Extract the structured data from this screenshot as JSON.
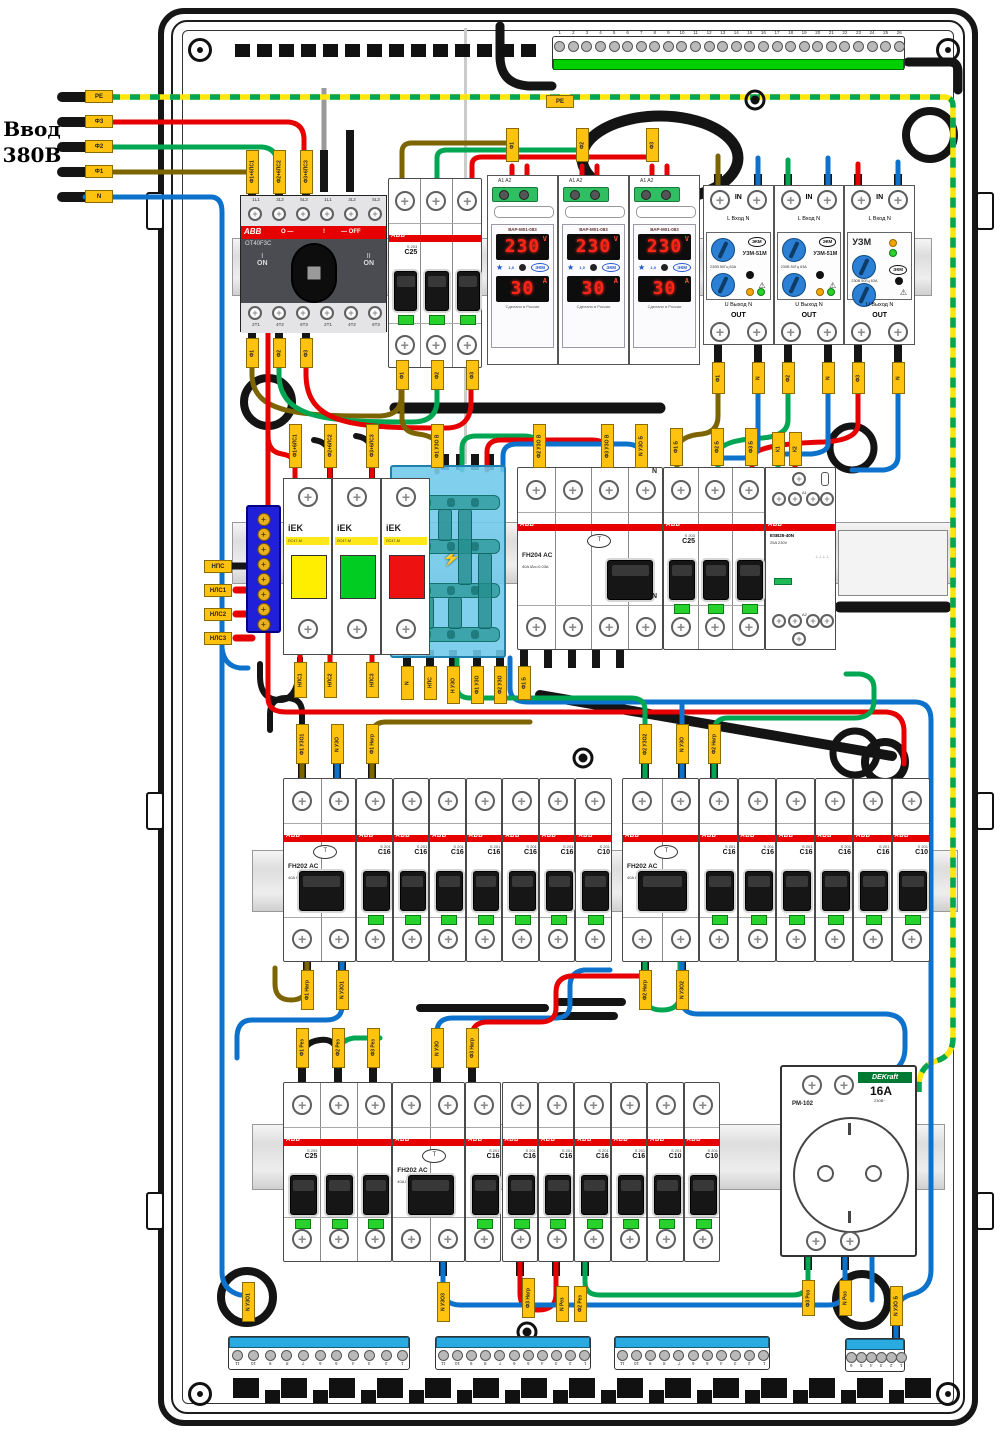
{
  "side_label": {
    "line1": "Ввод",
    "line2": "380В"
  },
  "pe_bus_top": {
    "count": 26
  },
  "n_buses": [
    {
      "count": 11
    },
    {
      "count": 11
    },
    {
      "count": 11
    },
    {
      "count": 6
    }
  ],
  "main_switch": {
    "brand": "ABB",
    "model": "OT40F3C",
    "band": [
      "O —",
      "!",
      "— OFF"
    ],
    "pos1": "I",
    "pos1_state": "ON",
    "pos2": "II",
    "pos2_state": "ON",
    "top_terminals": [
      "1L1",
      "3L2",
      "5L3",
      "1L1",
      "3L2",
      "5L3"
    ],
    "bottom_terminals": [
      "2T1",
      "4T2",
      "6T3",
      "2T1",
      "4T2",
      "6T3"
    ]
  },
  "meter": {
    "model": "ВАР-М01-083",
    "terminals": "A1      A2",
    "voltage": "230",
    "voltage_unit": "V",
    "current": "30",
    "current_unit": "A",
    "star": "★",
    "class": "1,0",
    "logo": "ЭКМ",
    "footer": "Сделано в России",
    "count": 3
  },
  "uzm": {
    "in_label": "IN",
    "in_terminals": "L  Вход  N",
    "out_terminals": "U  Выход  N",
    "out_label": "OUT",
    "logo": "ЭКМ",
    "spec": "230В 50Гц 63А",
    "warn": "⚠",
    "units": [
      {
        "model": "УЗМ-51М"
      },
      {
        "model": "УЗМ-51М"
      },
      {
        "model": "УЗМ"
      }
    ]
  },
  "signal_lamps": {
    "brand": "iEK",
    "model": "ЛС47-М",
    "colors": [
      "#ffee00",
      "#00cc22",
      "#ee1111"
    ]
  },
  "contactor": {
    "brand": "ABB",
    "model": "ESB25-40N",
    "spec": "25A 230V",
    "t1": "A1",
    "t2": "A2"
  },
  "socket": {
    "brand": "DEKraft",
    "model": "PM-102",
    "rating": "16A",
    "voltage": "230В~"
  },
  "din_groups": [
    {
      "id": "row1c25",
      "items": [
        {
          "kind": "mcb3",
          "brand": "ABB",
          "series": "S 203",
          "rating": "C25",
          "poles": 3
        }
      ]
    },
    {
      "id": "fh204",
      "items": [
        {
          "kind": "rcd",
          "brand": "ABB",
          "model": "FH204 AC",
          "spec": "40A  I∆n=0.03A",
          "poles": 4,
          "n": true
        }
      ]
    },
    {
      "id": "midc25",
      "items": [
        {
          "kind": "mcb3",
          "brand": "ABB",
          "series": "S 203",
          "rating": "C25",
          "poles": 3
        }
      ]
    },
    {
      "id": "row2L",
      "items": [
        {
          "kind": "rcd",
          "brand": "ABB",
          "model": "FH202 AC",
          "spec": "40A  I∆n=0.03A",
          "poles": 2
        },
        {
          "kind": "mcb",
          "brand": "ABB",
          "series": "S 201",
          "rating": "C16",
          "poles": 1
        },
        {
          "kind": "mcb",
          "brand": "ABB",
          "series": "S 201",
          "rating": "C16",
          "poles": 1
        },
        {
          "kind": "mcb",
          "brand": "ABB",
          "series": "S 201",
          "rating": "C16",
          "poles": 1
        },
        {
          "kind": "mcb",
          "brand": "ABB",
          "series": "S 201",
          "rating": "C16",
          "poles": 1
        },
        {
          "kind": "mcb",
          "brand": "ABB",
          "series": "S 201",
          "rating": "C16",
          "poles": 1
        },
        {
          "kind": "mcb",
          "brand": "ABB",
          "series": "S 201",
          "rating": "C16",
          "poles": 1
        },
        {
          "kind": "mcb",
          "brand": "ABB",
          "series": "S 201",
          "rating": "C10",
          "poles": 1
        }
      ]
    },
    {
      "id": "row2R",
      "items": [
        {
          "kind": "rcd",
          "brand": "ABB",
          "model": "FH202 AC",
          "spec": "40A  I∆n=0.03A",
          "poles": 2
        },
        {
          "kind": "mcb",
          "brand": "ABB",
          "series": "S 201",
          "rating": "C16",
          "poles": 1
        },
        {
          "kind": "mcb",
          "brand": "ABB",
          "series": "S 201",
          "rating": "C16",
          "poles": 1
        },
        {
          "kind": "mcb",
          "brand": "ABB",
          "series": "S 201",
          "rating": "C16",
          "poles": 1
        },
        {
          "kind": "mcb",
          "brand": "ABB",
          "series": "S 201",
          "rating": "C16",
          "poles": 1
        },
        {
          "kind": "mcb",
          "brand": "ABB",
          "series": "S 201",
          "rating": "C16",
          "poles": 1
        },
        {
          "kind": "mcb",
          "brand": "ABB",
          "series": "S 201",
          "rating": "C10",
          "poles": 1
        }
      ]
    },
    {
      "id": "row3",
      "items": [
        {
          "kind": "mcb3",
          "brand": "ABB",
          "series": "S 203",
          "rating": "C25",
          "poles": 3
        },
        {
          "kind": "rcd",
          "brand": "ABB",
          "model": "FH202 AC",
          "spec": "40A  I∆n=0.03A",
          "poles": 2
        },
        {
          "kind": "mcb",
          "brand": "ABB",
          "series": "S 201",
          "rating": "C16",
          "poles": 1
        },
        {
          "kind": "mcb",
          "brand": "ABB",
          "series": "S 201",
          "rating": "C16",
          "poles": 1
        },
        {
          "kind": "mcb",
          "brand": "ABB",
          "series": "S 201",
          "rating": "C16",
          "poles": 1
        },
        {
          "kind": "mcb",
          "brand": "ABB",
          "series": "S 201",
          "rating": "C16",
          "poles": 1
        },
        {
          "kind": "mcb",
          "brand": "ABB",
          "series": "S 201",
          "rating": "C16",
          "poles": 1
        },
        {
          "kind": "mcb",
          "brand": "ABB",
          "series": "S 201",
          "rating": "C10",
          "poles": 1
        },
        {
          "kind": "mcb",
          "brand": "ABB",
          "series": "S 201",
          "rating": "C10",
          "poles": 1
        }
      ]
    }
  ],
  "wire_markers": [
    {
      "t": "PE",
      "x": 99,
      "y": 90,
      "o": "h"
    },
    {
      "t": "Ф3",
      "x": 99,
      "y": 115,
      "o": "h"
    },
    {
      "t": "Ф2",
      "x": 99,
      "y": 140,
      "o": "h"
    },
    {
      "t": "Ф1",
      "x": 99,
      "y": 165,
      "o": "h"
    },
    {
      "t": "N",
      "x": 99,
      "y": 190,
      "o": "h"
    },
    {
      "t": "PE",
      "x": 560,
      "y": 95,
      "o": "h"
    },
    {
      "t": "Ф1+6ПС1",
      "x": 252,
      "y": 150
    },
    {
      "t": "Ф2+6ПС2",
      "x": 279,
      "y": 150
    },
    {
      "t": "Ф3+6ПС3",
      "x": 306,
      "y": 150
    },
    {
      "t": "Ф1",
      "x": 512,
      "y": 128,
      "h": 34
    },
    {
      "t": "Ф2",
      "x": 582,
      "y": 128,
      "h": 34
    },
    {
      "t": "Ф3",
      "x": 652,
      "y": 128,
      "h": 34
    },
    {
      "t": "Ф1",
      "x": 252,
      "y": 338,
      "h": 30
    },
    {
      "t": "Ф2",
      "x": 279,
      "y": 338,
      "h": 30
    },
    {
      "t": "Ф3",
      "x": 306,
      "y": 338,
      "h": 30
    },
    {
      "t": "Ф1",
      "x": 402,
      "y": 360,
      "h": 30
    },
    {
      "t": "Ф2",
      "x": 437,
      "y": 360,
      "h": 30
    },
    {
      "t": "Ф3",
      "x": 472,
      "y": 360,
      "h": 30
    },
    {
      "t": "Ф1",
      "x": 718,
      "y": 362,
      "h": 32
    },
    {
      "t": "N",
      "x": 758,
      "y": 362,
      "h": 32
    },
    {
      "t": "Ф2",
      "x": 788,
      "y": 362,
      "h": 32
    },
    {
      "t": "N",
      "x": 828,
      "y": 362,
      "h": 32
    },
    {
      "t": "Ф3",
      "x": 858,
      "y": 362,
      "h": 32
    },
    {
      "t": "N",
      "x": 898,
      "y": 362,
      "h": 32
    },
    {
      "t": "Ф1+6ЛС1",
      "x": 295,
      "y": 424
    },
    {
      "t": "Ф2+6ЛС2",
      "x": 330,
      "y": 424
    },
    {
      "t": "Ф3+6ЛС3",
      "x": 372,
      "y": 424
    },
    {
      "t": "Ф1 УЗО В",
      "x": 437,
      "y": 424
    },
    {
      "t": "Ф2 УЗО В",
      "x": 539,
      "y": 424
    },
    {
      "t": "Ф3 УЗО В",
      "x": 607,
      "y": 424
    },
    {
      "t": "N УЗО Б",
      "x": 641,
      "y": 424
    },
    {
      "t": "Ф1 Б",
      "x": 676,
      "y": 428,
      "h": 38
    },
    {
      "t": "Ф2 Б",
      "x": 717,
      "y": 428,
      "h": 38
    },
    {
      "t": "Ф3 Б",
      "x": 751,
      "y": 428,
      "h": 38
    },
    {
      "t": "К1",
      "x": 778,
      "y": 432,
      "h": 34
    },
    {
      "t": "К2",
      "x": 795,
      "y": 432,
      "h": 34
    },
    {
      "t": "НПС",
      "x": 218,
      "y": 560,
      "o": "h"
    },
    {
      "t": "НЛС1",
      "x": 218,
      "y": 584,
      "o": "h"
    },
    {
      "t": "НЛС2",
      "x": 218,
      "y": 608,
      "o": "h"
    },
    {
      "t": "НЛС3",
      "x": 218,
      "y": 632,
      "o": "h"
    },
    {
      "t": "НЛС1",
      "x": 300,
      "y": 662,
      "h": 36
    },
    {
      "t": "НЛС2",
      "x": 330,
      "y": 662,
      "h": 36
    },
    {
      "t": "НЛС3",
      "x": 372,
      "y": 662,
      "h": 36
    },
    {
      "t": "N",
      "x": 407,
      "y": 666,
      "h": 34
    },
    {
      "t": "НПС",
      "x": 430,
      "y": 666,
      "h": 34
    },
    {
      "t": "Н УЗО",
      "x": 453,
      "y": 666,
      "h": 38
    },
    {
      "t": "Ф1 УЗО",
      "x": 477,
      "y": 666,
      "h": 38
    },
    {
      "t": "Ф2 УЗО",
      "x": 500,
      "y": 666,
      "h": 38
    },
    {
      "t": "Ф1 Б",
      "x": 524,
      "y": 666,
      "h": 34
    },
    {
      "t": "Ф1 УЗО1",
      "x": 302,
      "y": 724,
      "h": 40
    },
    {
      "t": "N УЗО",
      "x": 337,
      "y": 724,
      "h": 40
    },
    {
      "t": "Ф1 Нагр",
      "x": 372,
      "y": 724,
      "h": 40
    },
    {
      "t": "Ф2 УЗО2",
      "x": 645,
      "y": 724,
      "h": 40
    },
    {
      "t": "N УЗО",
      "x": 682,
      "y": 724,
      "h": 40
    },
    {
      "t": "Ф2 Нагр",
      "x": 714,
      "y": 724,
      "h": 40
    },
    {
      "t": "Ф1 Нагр",
      "x": 307,
      "y": 970,
      "h": 40
    },
    {
      "t": "N УЗО1",
      "x": 342,
      "y": 970,
      "h": 40
    },
    {
      "t": "Ф2 Нагр",
      "x": 645,
      "y": 970,
      "h": 40
    },
    {
      "t": "N УЗО2",
      "x": 682,
      "y": 970,
      "h": 40
    },
    {
      "t": "Ф1 Рез",
      "x": 302,
      "y": 1028,
      "h": 40
    },
    {
      "t": "Ф2 Рез",
      "x": 338,
      "y": 1028,
      "h": 40
    },
    {
      "t": "Ф3 Рез",
      "x": 373,
      "y": 1028,
      "h": 40
    },
    {
      "t": "N УЗО",
      "x": 437,
      "y": 1028,
      "h": 40
    },
    {
      "t": "Ф3 Нагр",
      "x": 472,
      "y": 1028,
      "h": 40
    },
    {
      "t": "N УЗО1",
      "x": 248,
      "y": 1282,
      "h": 40
    },
    {
      "t": "Ф3 Нагр",
      "x": 528,
      "y": 1278,
      "h": 40
    },
    {
      "t": "N УЗО3",
      "x": 443,
      "y": 1282,
      "h": 40
    },
    {
      "t": "N Рез",
      "x": 562,
      "y": 1286,
      "h": 36
    },
    {
      "t": "Ф2 Рез",
      "x": 580,
      "y": 1286,
      "h": 36
    },
    {
      "t": "Ф3 Роз",
      "x": 808,
      "y": 1280,
      "h": 36
    },
    {
      "t": "N Роз",
      "x": 845,
      "y": 1280,
      "h": 36
    },
    {
      "t": "N УЗО Б",
      "x": 896,
      "y": 1286,
      "h": 40
    }
  ],
  "wire_colors": {
    "phase_f1": "#7c6400",
    "phase_f2": "#00a651",
    "phase_f3": "#e60000",
    "neutral": "#0d72cc",
    "pe_yellow": "#ffe60a",
    "pe_green": "#00a651",
    "marker": "#ffc20e"
  }
}
